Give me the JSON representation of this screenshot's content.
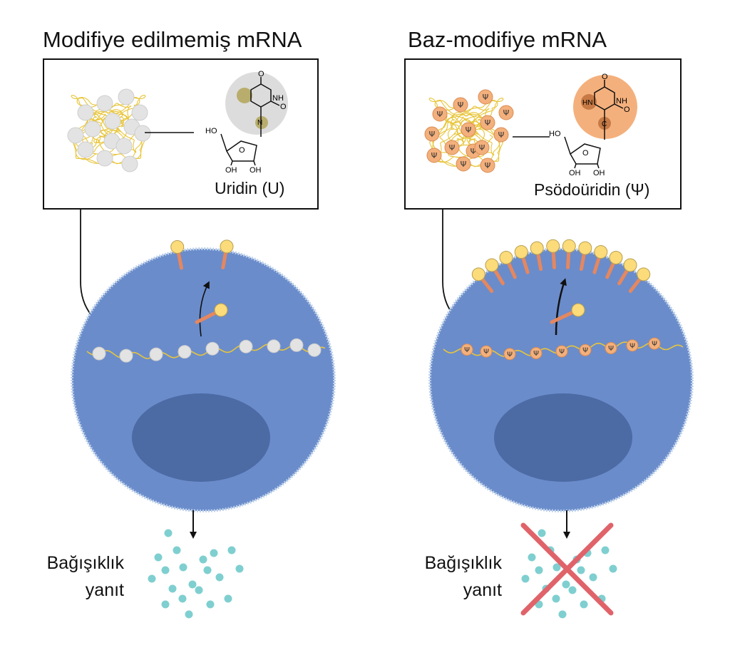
{
  "colors": {
    "cell": "#6a8ccb",
    "nucleus": "#4c6aa4",
    "membrane": "#bcd0ea",
    "uridine_bead": "#e3e3e3",
    "pseudouridine_bead": "#f4b07c",
    "receptor_head": "#fbdb7a",
    "receptor_stalk": "#e5875f",
    "cytokine": "#7fcfd0",
    "cross": "#e0636a",
    "rna_strand": "#e8c53a"
  },
  "left_panel": {
    "title": "Modifiye edilmemiş mRNA",
    "nucleoside_name": "Uridin (U)",
    "base_symbol": "",
    "receptor_count": 2,
    "structure_labels": {
      "o_top": "O",
      "nh": "NH",
      "o_right": "O",
      "n_ring": "N",
      "ho": "HO",
      "o_sugar": "O",
      "oh1": "OH",
      "oh2": "OH"
    },
    "response": [
      "Bağışıklık",
      "yanıt"
    ],
    "response_blocked": false
  },
  "right_panel": {
    "title": "Baz-modifiye mRNA",
    "nucleoside_name": "Psödoüridin (Ψ)",
    "base_symbol": "Ψ",
    "receptor_count": 12,
    "structure_labels": {
      "o_top": "O",
      "nh": "NH",
      "hn": "HN",
      "o_right": "O",
      "c_ring": "C",
      "ho": "HO",
      "o_sugar": "O",
      "oh1": "OH",
      "oh2": "OH"
    },
    "response": [
      "Bağışıklık",
      "yanıt"
    ],
    "response_blocked": true
  }
}
